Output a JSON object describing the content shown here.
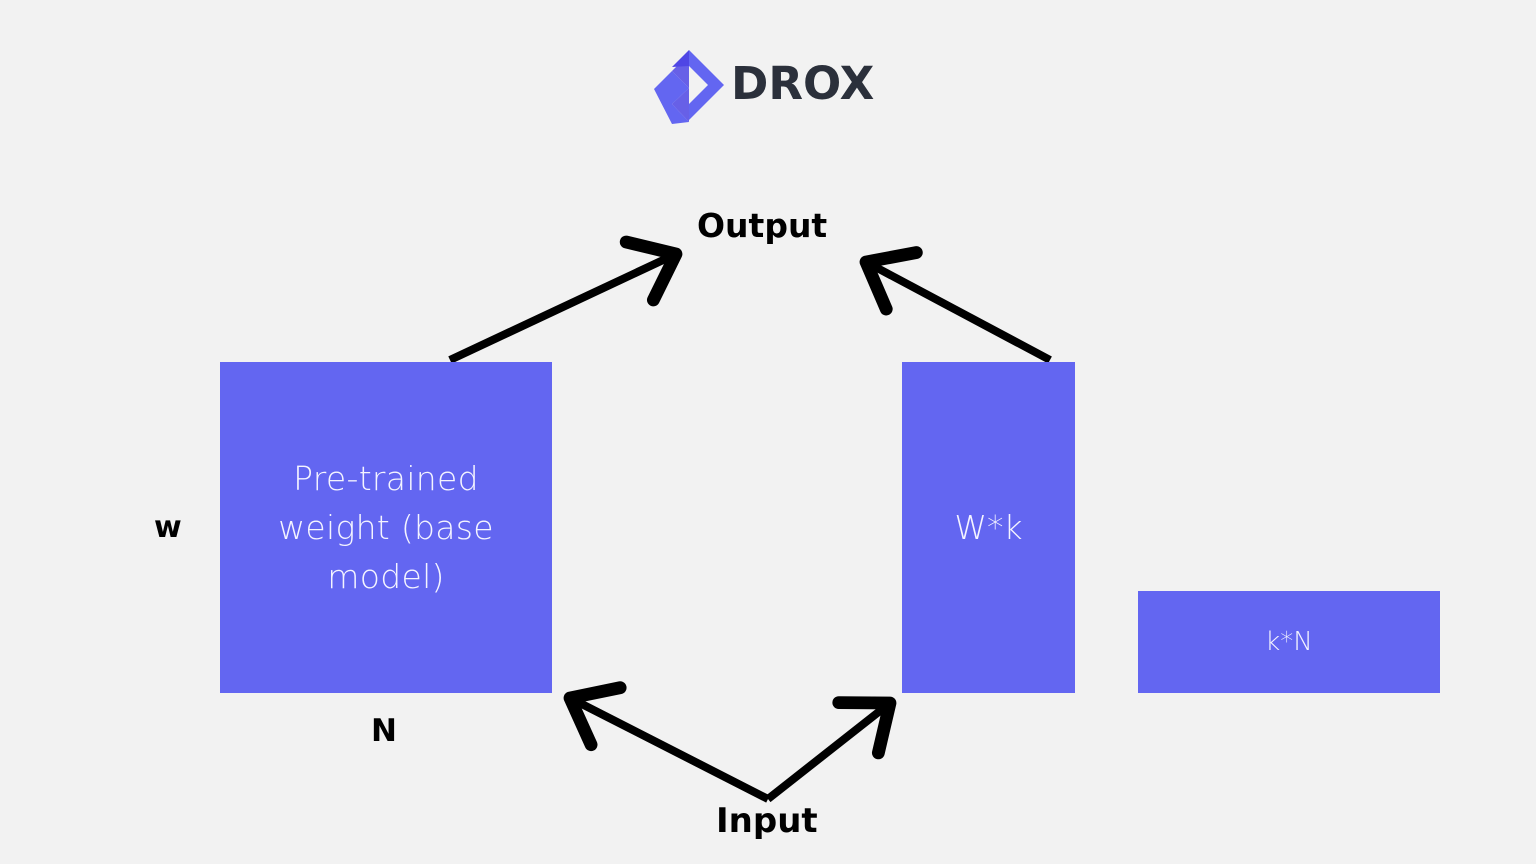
{
  "logo": {
    "text": "DROX",
    "mark_icon": "drox-diamond-logo-icon",
    "mark_colors": [
      "#6366f1",
      "#4f46e5"
    ]
  },
  "labels": {
    "output": "Output",
    "input": "Input",
    "w": "w",
    "n": "N"
  },
  "boxes": {
    "base": "Pre-trained weight (base model)",
    "wk": "W*k",
    "kn": "k*N"
  },
  "colors": {
    "background": "#f2f2f2",
    "box_fill": "#6366f1",
    "box_text": "#f4f4ff",
    "arrow": "#000000",
    "logo_text": "#2b303b"
  },
  "arrows": [
    {
      "from": "base",
      "to": "output"
    },
    {
      "from": "wk",
      "to": "output"
    },
    {
      "from": "input",
      "to": "base"
    },
    {
      "from": "input",
      "to": "wk"
    }
  ]
}
